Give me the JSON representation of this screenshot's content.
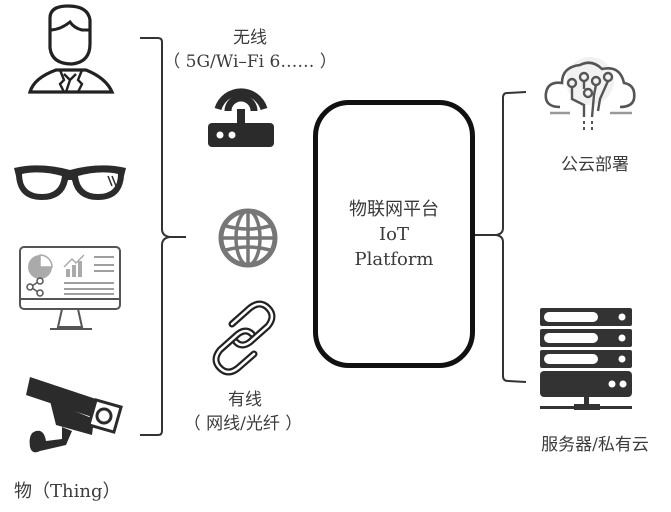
{
  "diagram": {
    "things": {
      "caption": "物（Thing）",
      "items": [
        {
          "icon": "person-icon",
          "name": "person"
        },
        {
          "icon": "glasses-icon",
          "name": "smart-glasses"
        },
        {
          "icon": "monitor-dashboard-icon",
          "name": "monitor"
        },
        {
          "icon": "security-camera-icon",
          "name": "camera"
        }
      ]
    },
    "connections": {
      "wireless": {
        "title": "无线",
        "subtitle": "（ 5G/Wi–Fi 6…… ）",
        "icon": "router-icon"
      },
      "internet": {
        "icon": "globe-icon"
      },
      "wired": {
        "title": "有线",
        "subtitle": "（ 网线/光纤 ）",
        "icon": "link-icon"
      }
    },
    "platform": {
      "line1": "物联网平台",
      "line2": "IoT",
      "line3": "Platform"
    },
    "deployments": [
      {
        "label": "公云部署",
        "icon": "cloud-network-icon"
      },
      {
        "label": "服务器/私有云",
        "icon": "server-rack-icon"
      }
    ]
  }
}
